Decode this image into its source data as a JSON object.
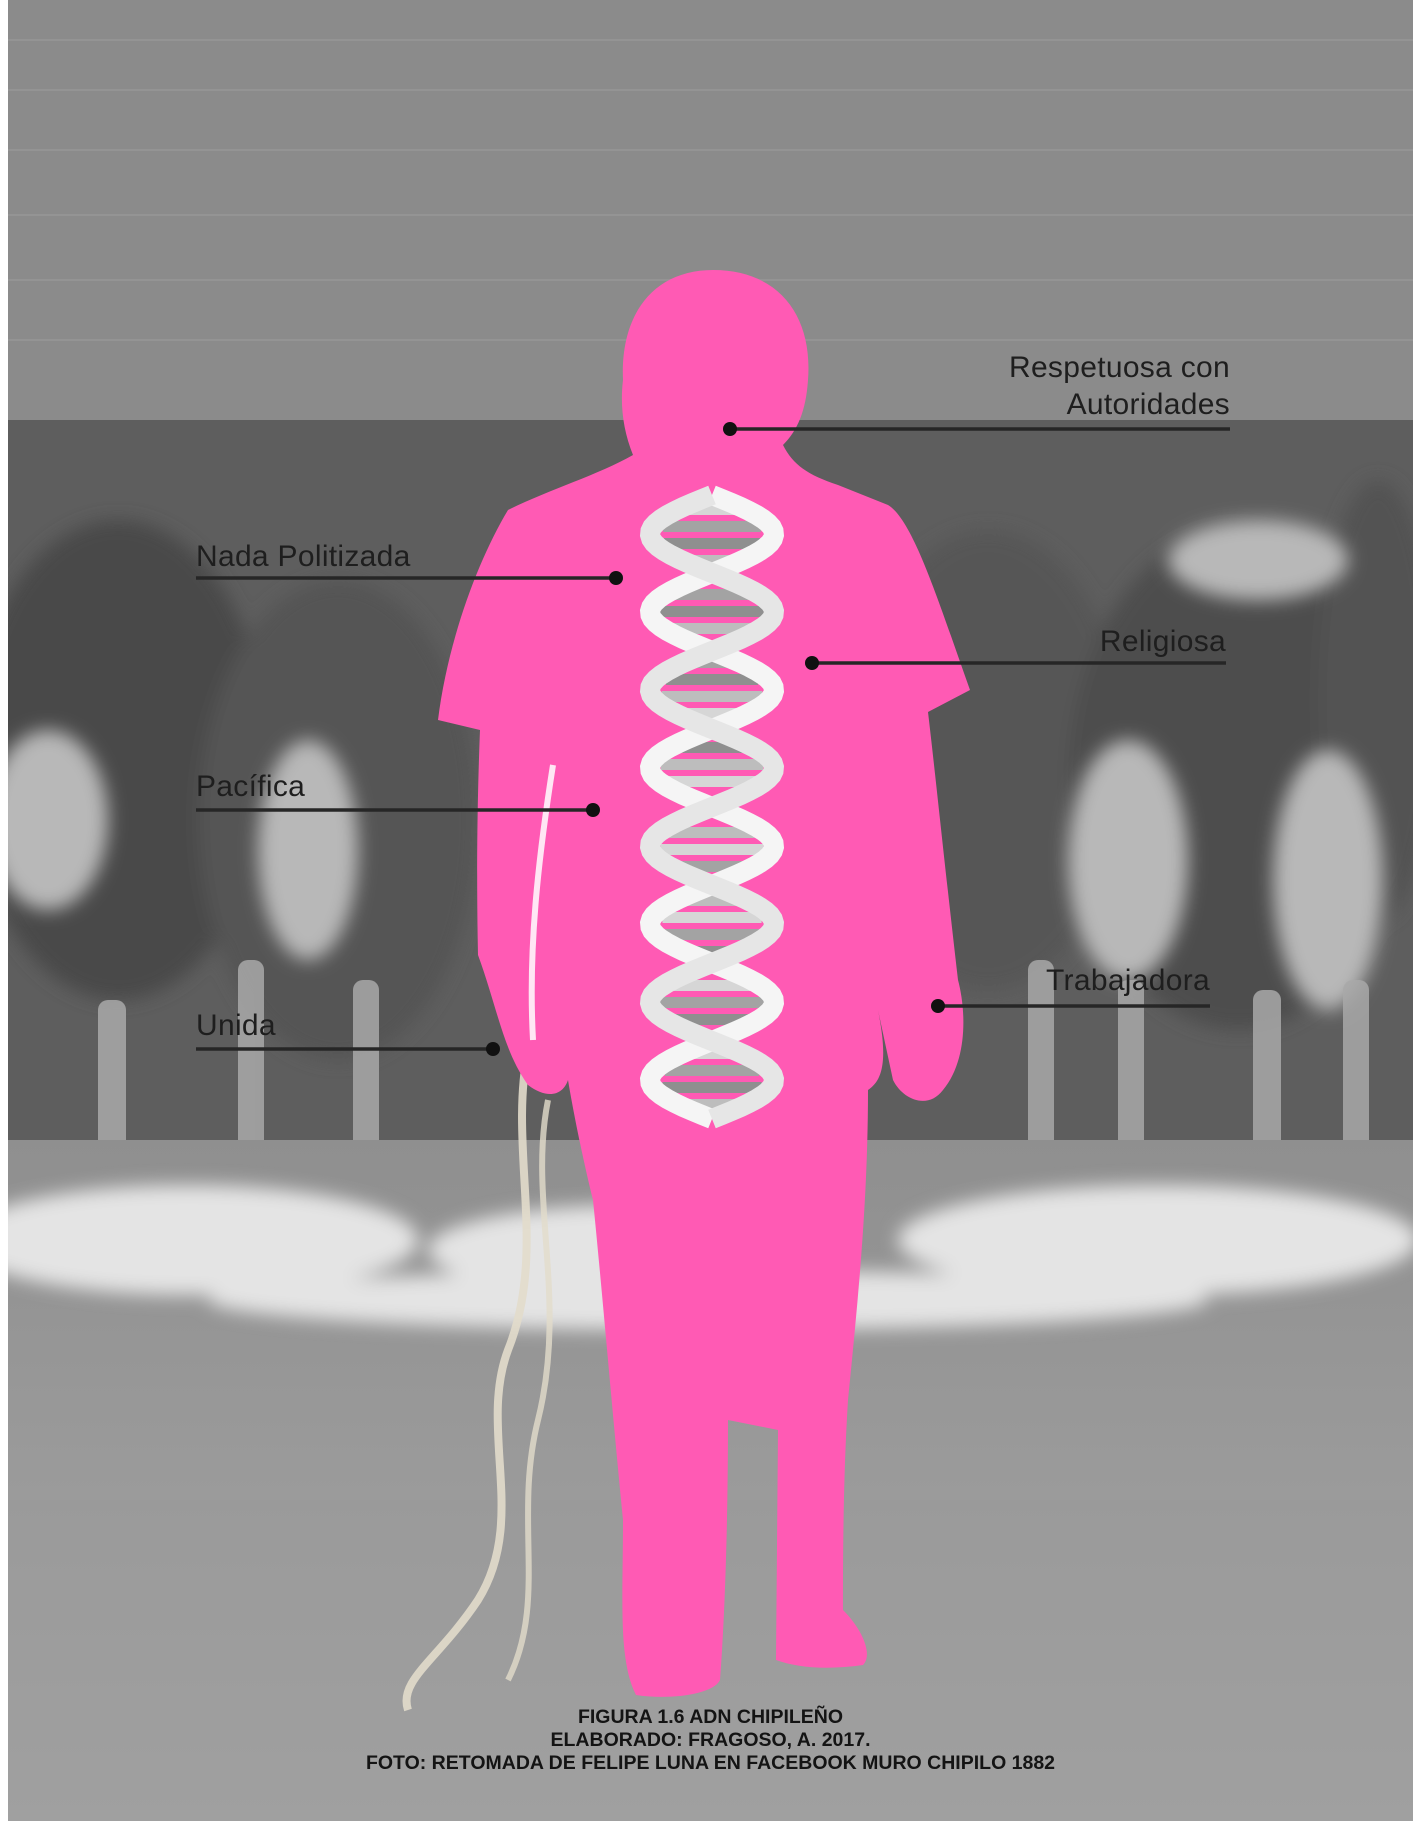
{
  "colors": {
    "figure_pink": "#ff5ab4",
    "helix_white": "#f2f2f2",
    "leader_line": "#262626",
    "background_photo": "#8a8a8a"
  },
  "labels": {
    "respetuosa_line1": "Respetuosa con",
    "respetuosa_line2": "Autoridades",
    "nada_politizada": "Nada Politizada",
    "religiosa": "Religiosa",
    "pacifica": "Pacífica",
    "trabajadora": "Trabajadora",
    "unida": "Unida"
  },
  "caption": {
    "line1": "FIGURA 1.6 ADN CHIPILEÑO",
    "line2": "ELABORADO: FRAGOSO, A. 2017.",
    "line3": "FOTO: RETOMADA DE FELIPE LUNA EN FACEBOOK MURO CHIPILO 1882"
  },
  "photo": {
    "description_icon": "faded-barn-photo-with-cows"
  }
}
